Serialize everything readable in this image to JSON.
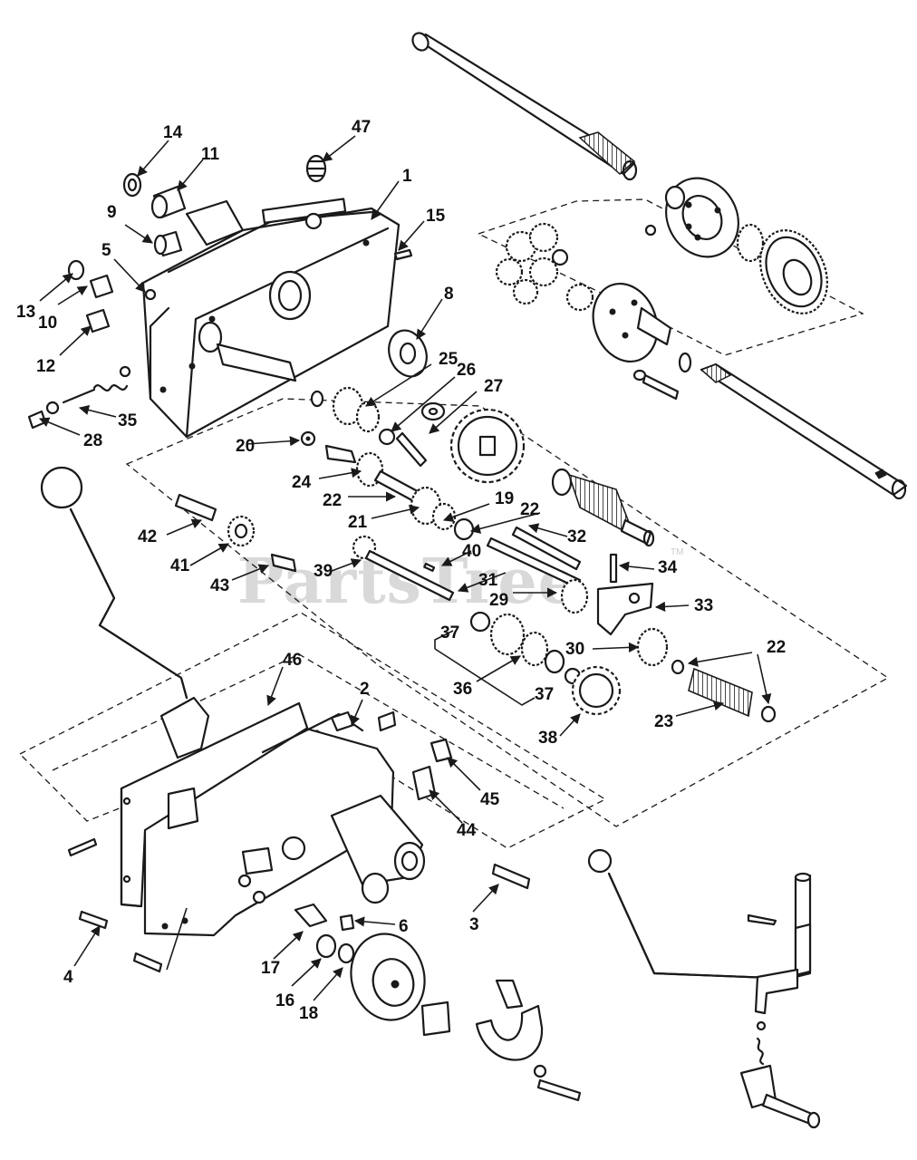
{
  "watermark": {
    "text": "PartsTree",
    "tm": "TM"
  },
  "callouts": [
    {
      "id": "c1",
      "label": "1"
    },
    {
      "id": "c2",
      "label": "2"
    },
    {
      "id": "c3",
      "label": "3"
    },
    {
      "id": "c4",
      "label": "4"
    },
    {
      "id": "c5",
      "label": "5"
    },
    {
      "id": "c6",
      "label": "6"
    },
    {
      "id": "c8",
      "label": "8"
    },
    {
      "id": "c9",
      "label": "9"
    },
    {
      "id": "c10",
      "label": "10"
    },
    {
      "id": "c11",
      "label": "11"
    },
    {
      "id": "c12",
      "label": "12"
    },
    {
      "id": "c13",
      "label": "13"
    },
    {
      "id": "c14",
      "label": "14"
    },
    {
      "id": "c15",
      "label": "15"
    },
    {
      "id": "c16",
      "label": "16"
    },
    {
      "id": "c17",
      "label": "17"
    },
    {
      "id": "c18",
      "label": "18"
    },
    {
      "id": "c19",
      "label": "19"
    },
    {
      "id": "c20",
      "label": "20"
    },
    {
      "id": "c21",
      "label": "21"
    },
    {
      "id": "c22a",
      "label": "22"
    },
    {
      "id": "c22b",
      "label": "22"
    },
    {
      "id": "c22c",
      "label": "22"
    },
    {
      "id": "c23",
      "label": "23"
    },
    {
      "id": "c24",
      "label": "24"
    },
    {
      "id": "c25",
      "label": "25"
    },
    {
      "id": "c26",
      "label": "26"
    },
    {
      "id": "c27",
      "label": "27"
    },
    {
      "id": "c28",
      "label": "28"
    },
    {
      "id": "c29",
      "label": "29"
    },
    {
      "id": "c30",
      "label": "30"
    },
    {
      "id": "c31",
      "label": "31"
    },
    {
      "id": "c32",
      "label": "32"
    },
    {
      "id": "c33",
      "label": "33"
    },
    {
      "id": "c34",
      "label": "34"
    },
    {
      "id": "c35",
      "label": "35"
    },
    {
      "id": "c36",
      "label": "36"
    },
    {
      "id": "c37a",
      "label": "37"
    },
    {
      "id": "c37b",
      "label": "37"
    },
    {
      "id": "c38",
      "label": "38"
    },
    {
      "id": "c39",
      "label": "39"
    },
    {
      "id": "c40",
      "label": "40"
    },
    {
      "id": "c41",
      "label": "41"
    },
    {
      "id": "c42",
      "label": "42"
    },
    {
      "id": "c43",
      "label": "43"
    },
    {
      "id": "c44",
      "label": "44"
    },
    {
      "id": "c45",
      "label": "45"
    },
    {
      "id": "c46",
      "label": "46"
    },
    {
      "id": "c47",
      "label": "47"
    }
  ]
}
